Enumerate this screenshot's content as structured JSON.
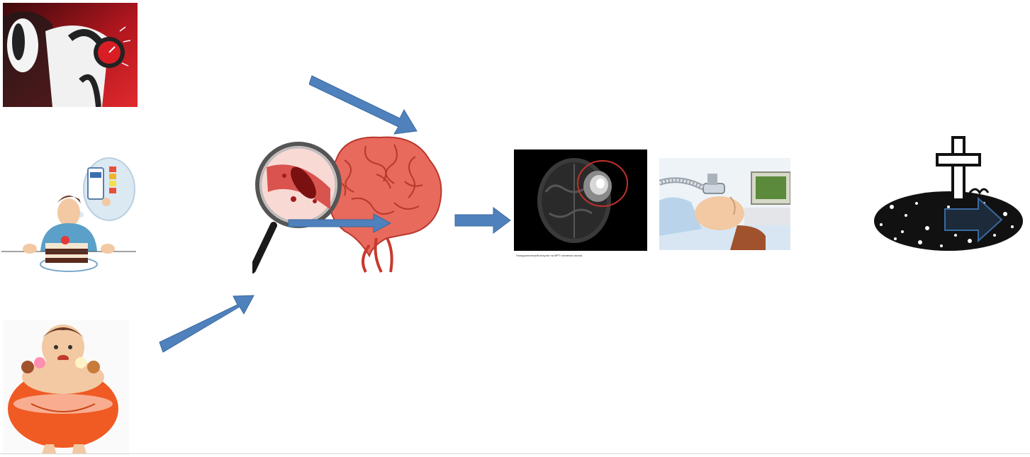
{
  "mri_caption": "Геморрагический инсульт на МРТ головного мозга",
  "colors": {
    "arrow_blue": "#4f81bd",
    "arrow_outline": "#3a6aa0",
    "bp_red": "#c8202a",
    "brain_red": "#e2574c",
    "skin": "#f2c9a3",
    "shirt_blue": "#5aa0c8",
    "obese_orange": "#f05a23",
    "mri_black": "#000000",
    "lesion_ring": "#c0312b"
  },
  "icons": [
    "blood-pressure-measurement-image",
    "person-eating-cake-image",
    "obese-person-eating-image",
    "magnifier-artery-brain-image",
    "brain-mri-hemorrhage-image",
    "patient-on-ventilator-image",
    "grave-cross-image"
  ]
}
